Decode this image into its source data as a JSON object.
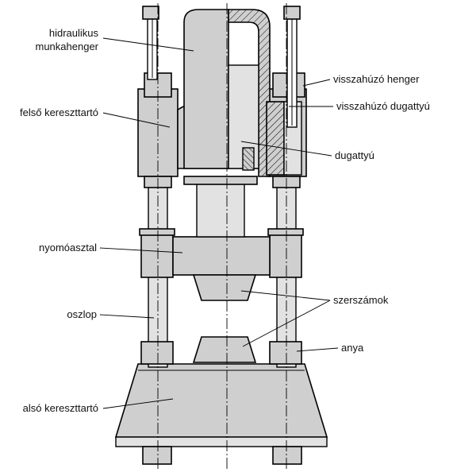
{
  "labels": {
    "hydraulic_cylinder": "hidraulikus\nmunkahenger",
    "return_cylinder": "visszahúzó henger",
    "return_piston": "visszahúzó dugattyú",
    "upper_crossbeam": "felső kereszttartó",
    "piston": "dugattyú",
    "press_table": "nyomóasztal",
    "tools": "szerszámok",
    "column": "oszlop",
    "nut": "anya",
    "lower_crossbeam": "alsó kereszttartó"
  },
  "colors": {
    "line": "#000000",
    "fill_gray": "#cfcfcf",
    "fill_light": "#e2e2e2",
    "hatch": "#000000",
    "background": "#ffffff"
  }
}
